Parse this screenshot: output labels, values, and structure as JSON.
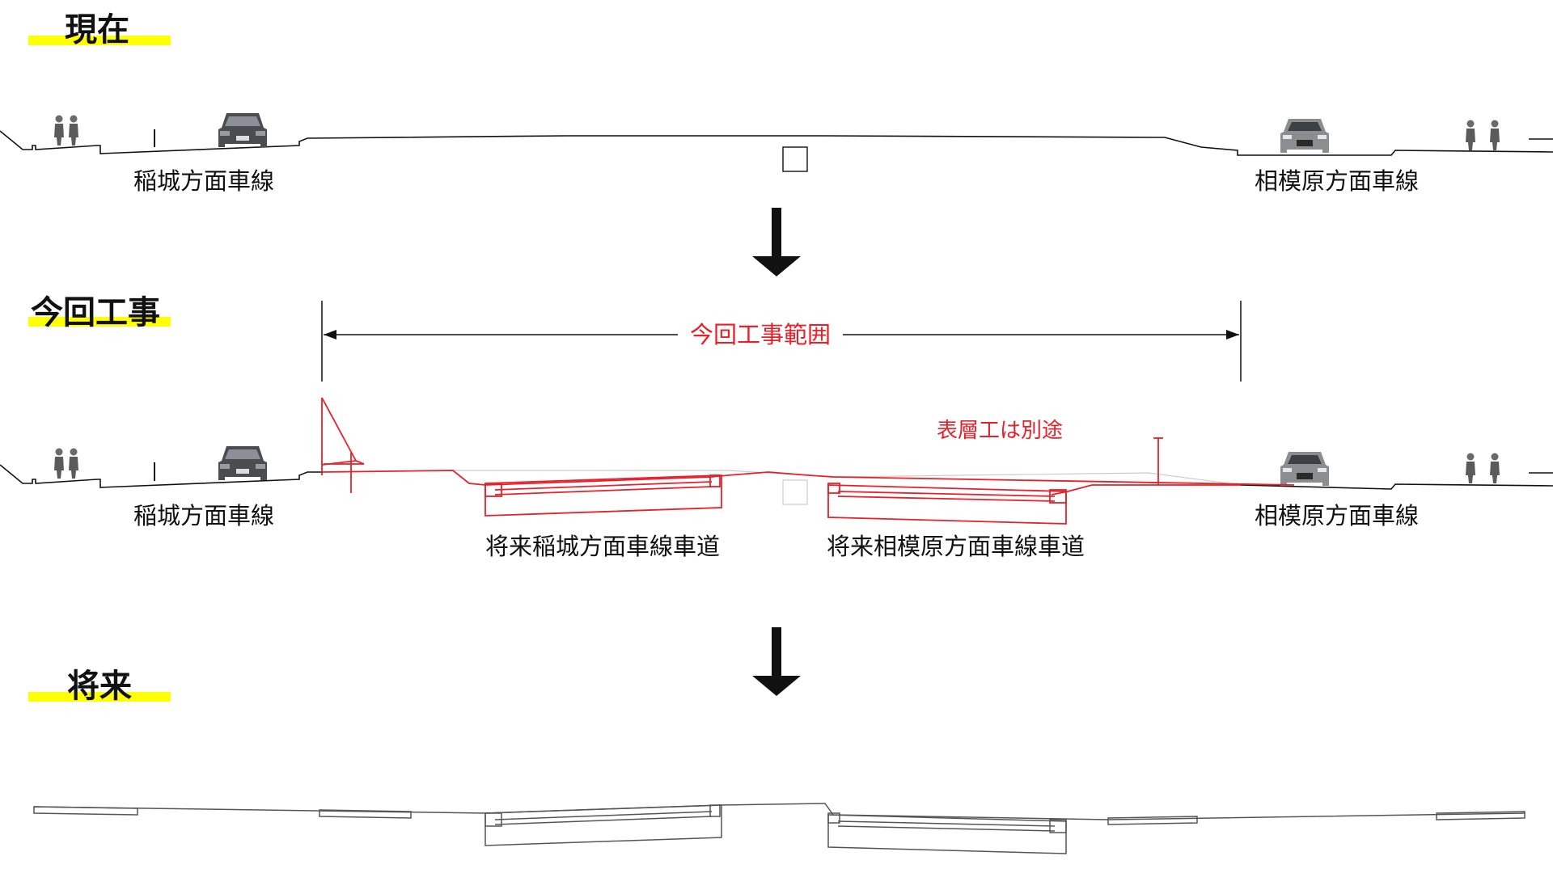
{
  "stages": {
    "current": {
      "title": "現在"
    },
    "construction": {
      "title": "今回工事"
    },
    "future": {
      "title": "将来"
    }
  },
  "labels": {
    "current_left": "稲城方面車線",
    "current_right": "相模原方面車線",
    "construction_left": "稲城方面車線",
    "construction_right": "相模原方面車線",
    "future_inagi_roadway": "将来稲城方面車線車道",
    "future_sagamihara_roadway": "将来相模原方面車線車道",
    "work_range": "今回工事範囲",
    "surface_layer_note": "表層工は別途"
  },
  "colors": {
    "highlight": "#ffff00",
    "work": "#e8202a",
    "line": "#111111",
    "future_line": "#555555"
  },
  "icons": [
    "pedestrian-icon",
    "car-rear-icon",
    "car-front-icon",
    "down-arrow-icon",
    "double-arrow-icon"
  ]
}
